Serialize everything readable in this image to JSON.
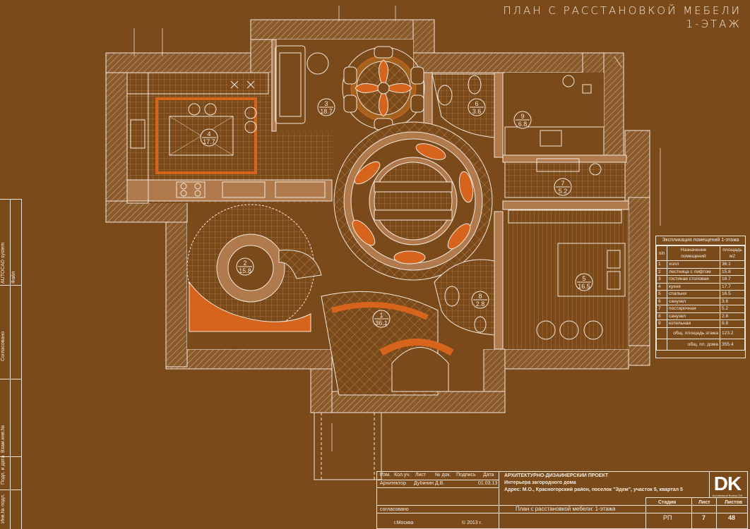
{
  "title": {
    "line1": "ПЛАН С РАССТАНОВКОЙ МЕБЕЛИ",
    "line2": "1-ЭТАЖ"
  },
  "colors": {
    "background": "#7a4a1a",
    "line": "#f1e8dc",
    "accent": "#d7641d",
    "wall_fill": "#b07a4d"
  },
  "rooms": [
    {
      "num": "1",
      "area": "36.1"
    },
    {
      "num": "2",
      "area": "15.8"
    },
    {
      "num": "3",
      "area": "18.7"
    },
    {
      "num": "4",
      "area": "17.7"
    },
    {
      "num": "5",
      "area": "16.5"
    },
    {
      "num": "6",
      "area": "3.6"
    },
    {
      "num": "7",
      "area": "5.2"
    },
    {
      "num": "8",
      "area": "2.8"
    },
    {
      "num": "9",
      "area": "6.8"
    }
  ],
  "side_strip": {
    "label1": "AUTOCAD system",
    "label2": "Файл",
    "label3": "Согласовано",
    "label4": "Инв.№ подл.",
    "label5": "Подп. и дата",
    "label6": "Взам.инв.№"
  },
  "legend": {
    "header": "Экспликация помещений 1-этажа",
    "col_num": "п/п",
    "col_name": "Назначение помещений",
    "col_area": "площадь м2",
    "rows": [
      {
        "n": "1",
        "name": "холл",
        "area": "36.1"
      },
      {
        "n": "2",
        "name": "лестница с лифтом",
        "area": "15.8"
      },
      {
        "n": "3",
        "name": "гостиная столовая",
        "area": "18.7"
      },
      {
        "n": "4",
        "name": "кухня",
        "area": "17.7"
      },
      {
        "n": "5",
        "name": "спальня",
        "area": "16.5"
      },
      {
        "n": "6",
        "name": "санузел",
        "area": "3.6"
      },
      {
        "n": "7",
        "name": "постирочная",
        "area": "5.2"
      },
      {
        "n": "8",
        "name": "санузел",
        "area": "2.8"
      },
      {
        "n": "9",
        "name": "котельная",
        "area": "6.8"
      }
    ],
    "total_floor_label": "общ. площадь этажа",
    "total_floor": "123.2",
    "total_house_label": "общ. пл. дома",
    "total_house": "355.4"
  },
  "stamp": {
    "h_izm": "Изм.",
    "h_kol": "Кол.уч.",
    "h_list": "Лист",
    "h_ndok": "№ док.",
    "h_podp": "Подпись",
    "h_data": "Дата",
    "role": "Архитектор",
    "author": "Дубинин Д.В.",
    "date": "01.03.13",
    "project_title": "АРХИТЕКТУРНО-ДИЗАЙНЕРСКИЙ ПРОЕКТ",
    "project_sub": "Интерьера загородного дома",
    "address": "Адрес: М.О., Красногорский район, поселок \"Эдем\", участок 5, квартал 5",
    "sheet_title": "План с расстановкой мебели: 1-этажа",
    "h_stage": "Стадия",
    "h_sheet": "Лист",
    "h_sheets": "Листов",
    "stage": "РП",
    "sheet": "7",
    "sheets": "48",
    "agreed": "согласовано",
    "city": "г.Москва",
    "year": "© 2013 г."
  },
  "logo": {
    "mark": "DK",
    "sub": "Architectural Bureau DK"
  }
}
